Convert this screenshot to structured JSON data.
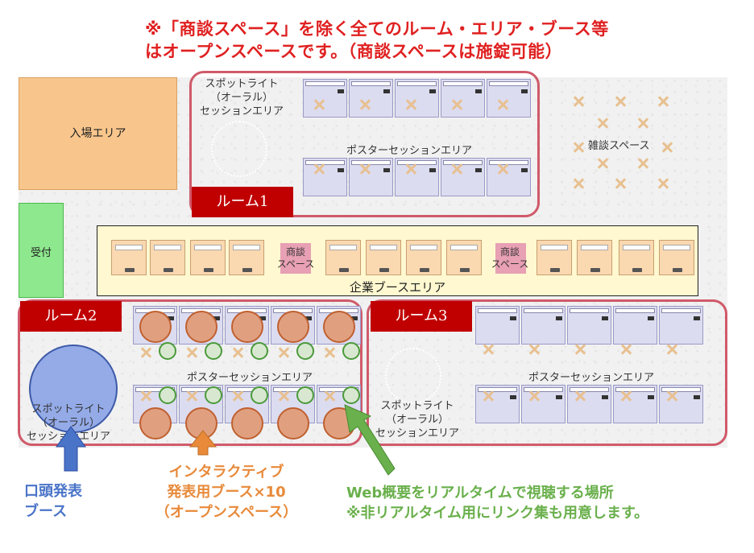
{
  "notice": {
    "line1": "※「商談スペース」を除く全てのルーム・エリア・ブース等",
    "line2": "はオープンスペースです。（商談スペースは施錠可能）"
  },
  "areas": {
    "entrance": "入場エリア",
    "reception": "受付",
    "chat_space": "雑談スペース",
    "booth_area": "企業ブースエリア",
    "meeting_space": "商談\nスペース"
  },
  "rooms": {
    "room1": {
      "tag": "ルーム1",
      "spotlight": "スポットライト\n（オーラル）\nセッションエリア",
      "poster_area": "ポスターセッションエリア"
    },
    "room2": {
      "tag": "ルーム2",
      "spotlight": "スポットライト\n（オーラル）\nセッションエリア",
      "poster_area": "ポスターセッションエリア"
    },
    "room3": {
      "tag": "ルーム3",
      "spotlight": "スポットライト\n（オーラル）\nセッションエリア",
      "poster_area": "ポスターセッションエリア"
    }
  },
  "callouts": {
    "oral_booth": "口頭発表\nブース",
    "interactive": "インタラクティブ\n発表用ブース×10\n（オープンスペース）",
    "web": "Web概要をリアルタイムで視聴する場所\n※非リアルタイム用にリンク集も用意します。"
  },
  "colors": {
    "notice": "#e02020",
    "room_border": "#d05a6a",
    "room_tag": "#c00000",
    "oral_arrow": "#4a74c8",
    "interactive_arrow": "#e88a3a",
    "web_arrow": "#6ab04c",
    "entrance": "#f8c68c",
    "reception": "#8ee88e",
    "booth_area": "#fff8d0",
    "meeting": "#e8a0b4"
  }
}
